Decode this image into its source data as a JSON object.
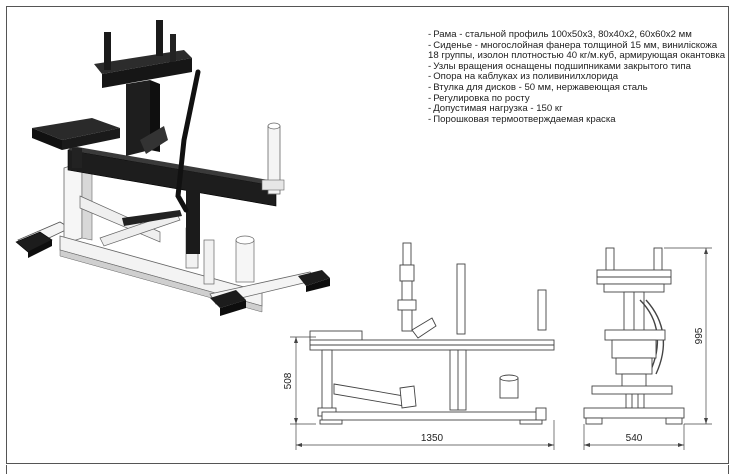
{
  "specs": [
    "Рама - стальной профиль 100х50х3, 80х40х2, 60х60х2 мм",
    "Сиденье - многослойная фанера толщиной 15 мм, виниліскожа 18 группы, изолон плотностью 40 кг/м.куб, армирующая окантовка",
    "Узлы вращения оснащены подшипниками закрытого типа",
    "Опора на каблуках из поливинилхлорида",
    "Втулка для дисков - 50 мм, нержавеющая сталь",
    "Регулировка по росту",
    "Допустимая нагрузка - 150 кг",
    "Порошковая термоотверждаемая краска"
  ],
  "dimensions": {
    "side_height": "508",
    "side_length": "1350",
    "front_height": "995",
    "front_width": "540"
  },
  "colors": {
    "frame_white": "#f4f4f4",
    "frame_black": "#1b1b1b",
    "outline": "#444444"
  }
}
